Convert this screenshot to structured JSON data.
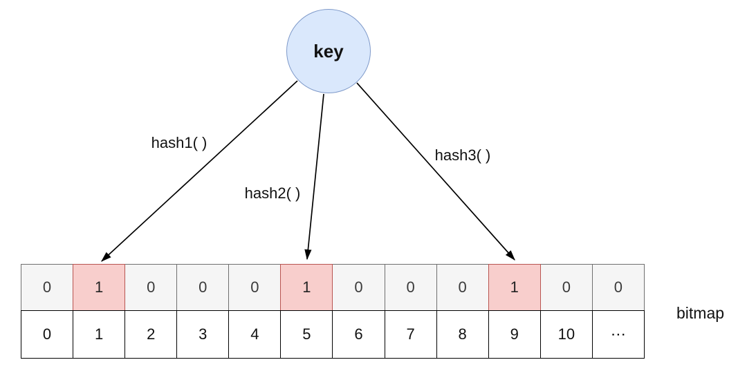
{
  "diagram": {
    "key_node": {
      "label": "key",
      "fill": "#dae8fc",
      "stroke": "#7e99c9"
    },
    "hash_labels": [
      {
        "label": "hash1( )"
      },
      {
        "label": "hash2( )"
      },
      {
        "label": "hash3( )"
      }
    ],
    "bitmap": {
      "label": "bitmap",
      "bits": [
        "0",
        "1",
        "0",
        "0",
        "0",
        "1",
        "0",
        "0",
        "0",
        "1",
        "0",
        "0"
      ],
      "indices": [
        "0",
        "1",
        "2",
        "3",
        "4",
        "5",
        "6",
        "7",
        "8",
        "9",
        "10",
        "⋯"
      ],
      "highlighted_positions": [
        1,
        5,
        9
      ],
      "colors": {
        "bit_cell_bg": "#f5f5f5",
        "bit_cell_border": "#6e6e6e",
        "highlight_bg": "#f8cecc",
        "highlight_border": "#b85450",
        "index_cell_bg": "#ffffff",
        "index_cell_border": "#000000",
        "arrow": "#000000"
      }
    }
  }
}
